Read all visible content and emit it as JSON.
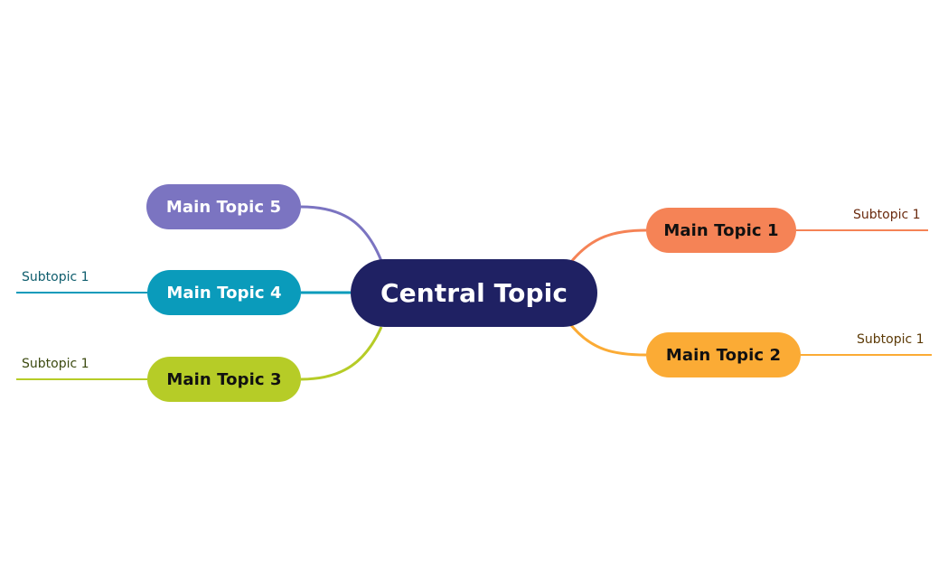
{
  "mindmap": {
    "central": {
      "label": "Central Topic",
      "color": "#1f2163"
    },
    "topics": [
      {
        "label": "Main Topic 1",
        "color": "#f58356",
        "subtopics": [
          "Subtopic 1"
        ]
      },
      {
        "label": "Main Topic 2",
        "color": "#fbab35",
        "subtopics": [
          "Subtopic 1"
        ]
      },
      {
        "label": "Main Topic 3",
        "color": "#b6cc27",
        "subtopics": [
          "Subtopic 1"
        ]
      },
      {
        "label": "Main Topic 4",
        "color": "#0a9bbb",
        "subtopics": [
          "Subtopic 1"
        ]
      },
      {
        "label": "Main Topic 5",
        "color": "#7b74c1",
        "subtopics": []
      }
    ]
  }
}
